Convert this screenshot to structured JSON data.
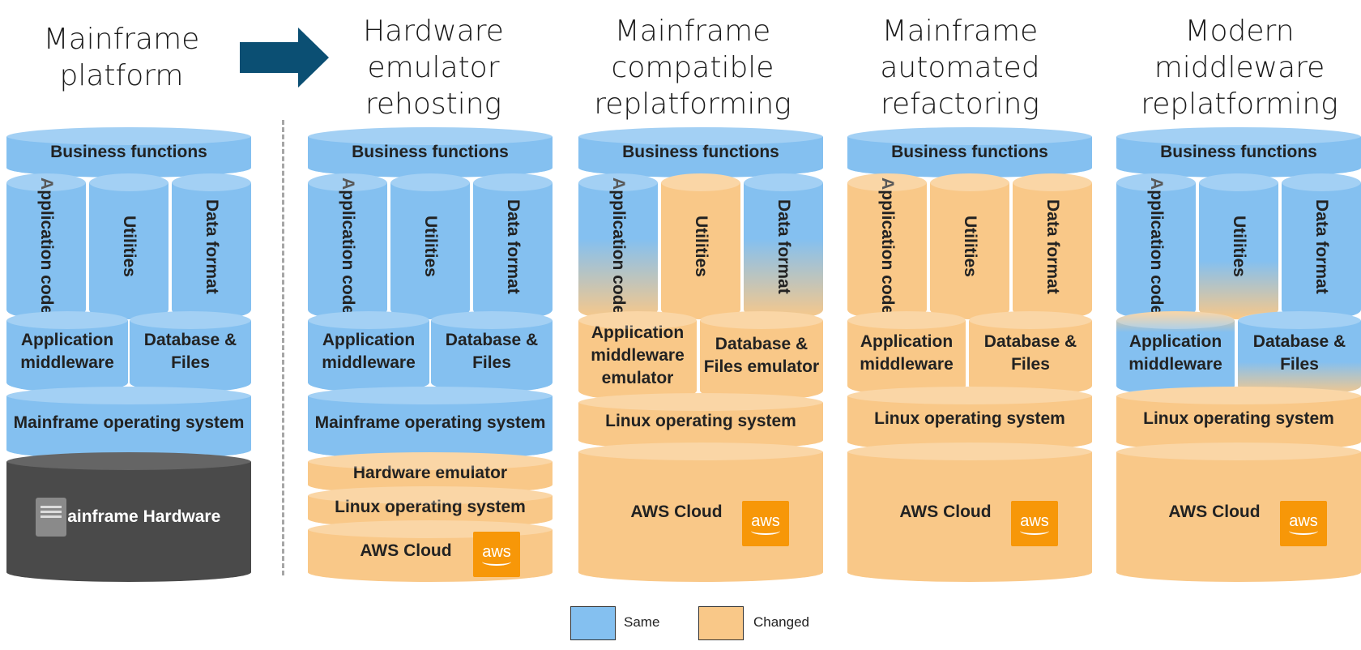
{
  "titles": {
    "mainframe_platform": "Mainframe platform",
    "col1": "Hardware emulator rehosting",
    "col2": "Mainframe compatible replatforming",
    "col3": "Mainframe automated refactoring",
    "col4": "Modern middleware replatforming"
  },
  "labels": {
    "business_functions": "Business functions",
    "application_code": "Application code",
    "utilities": "Utilities",
    "data_format": "Data format",
    "application_middleware": "Application middleware",
    "database_files": "Database & Files",
    "mainframe_os": "Mainframe operating system",
    "mainframe_hardware": "Mainframe Hardware",
    "hardware_emulator": "Hardware emulator",
    "linux_os": "Linux operating system",
    "aws_cloud": "AWS Cloud",
    "app_middleware_emulator": "Application middleware emulator",
    "db_files_emulator": "Database & Files emulator",
    "aws_logo": "aws"
  },
  "legend": {
    "same": "Same",
    "changed": "Changed"
  },
  "colors": {
    "same": "#84c0f0",
    "changed": "#f9c888",
    "hardware": "#4a4a4a",
    "arrow": "#0b4f73",
    "aws": "#f79708"
  },
  "icons": [
    "right-arrow-icon",
    "server-icon",
    "aws-logo-icon"
  ]
}
